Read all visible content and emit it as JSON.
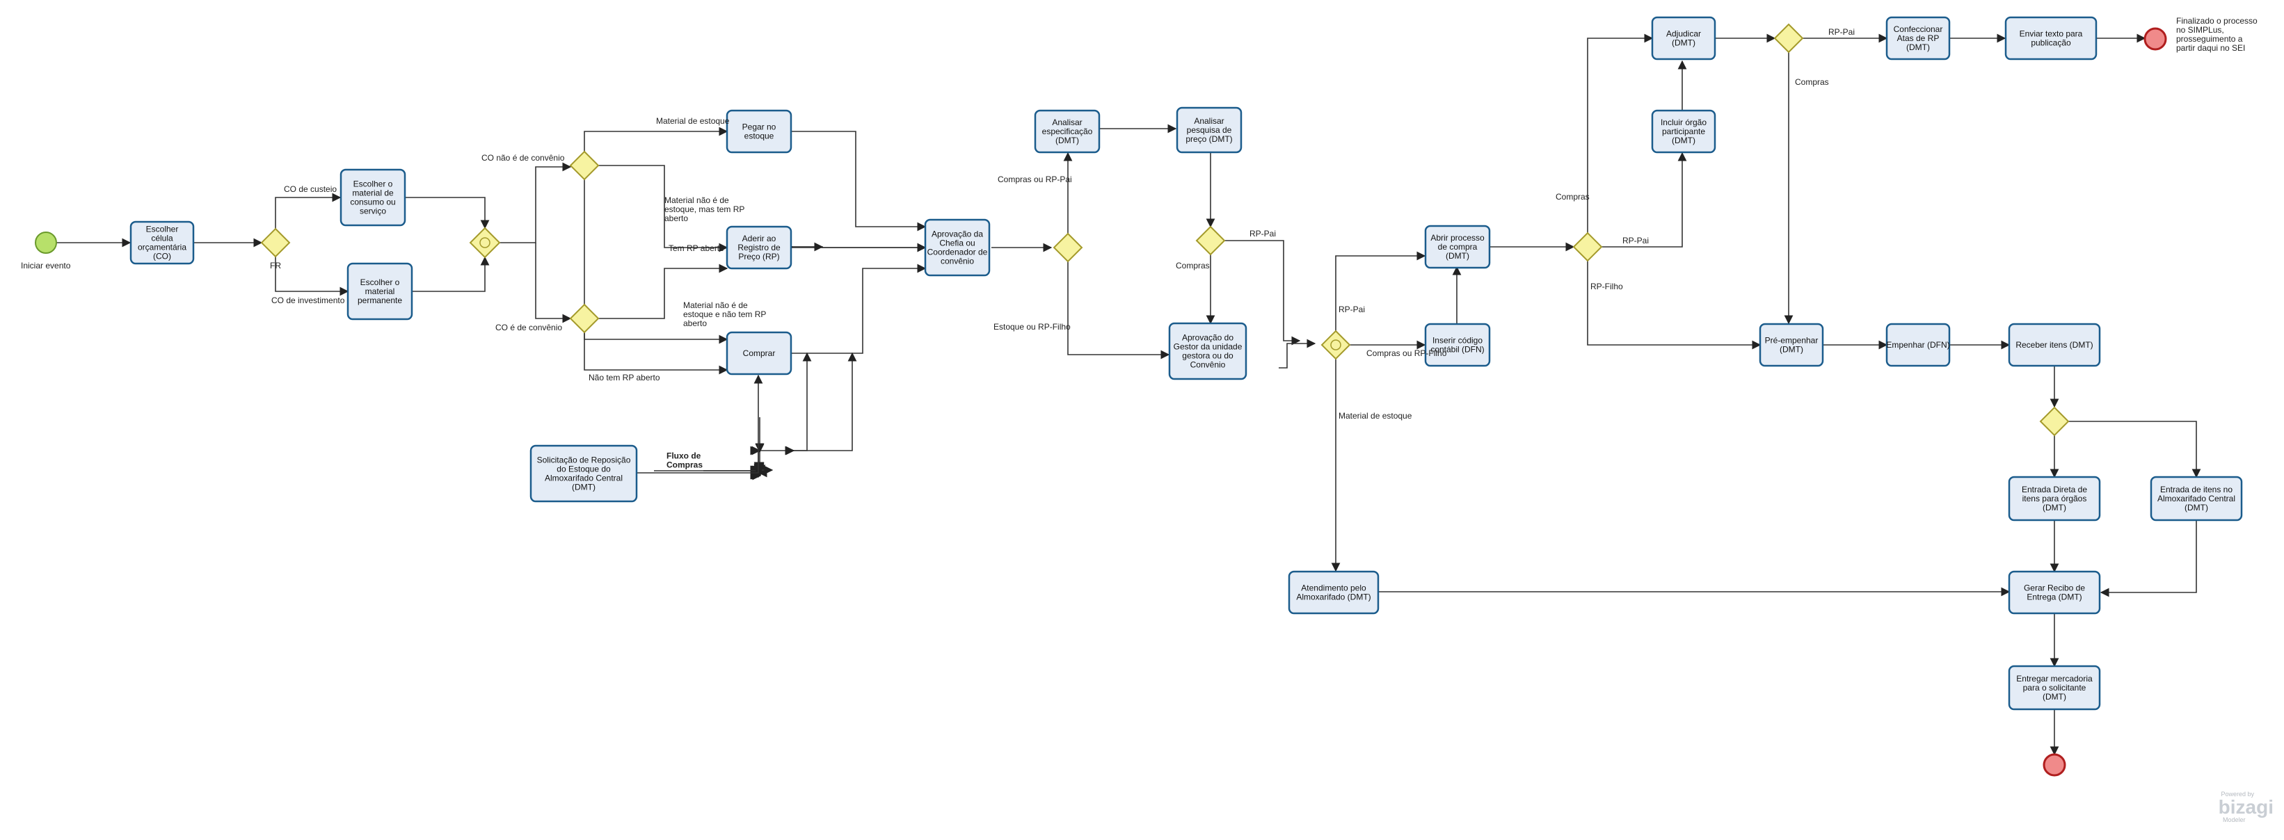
{
  "events": {
    "start_label": "Iniciar evento",
    "end_note": "Finalizado o processo no SIMPLus, prosseguimento a partir daqui no SEI"
  },
  "tasks": {
    "escolher_celula": "Escolher célula orçamentária (CO)",
    "escolher_material_consumo": "Escolher o material de consumo ou serviço",
    "escolher_material_permanente": "Escolher o material permanente",
    "pegar_estoque": "Pegar no estoque",
    "aderir_rp": "Aderir ao Registro de Preço (RP)",
    "comprar": "Comprar",
    "solicitacao_reposicao": "Solicitação de Reposição do Estoque do Almoxarifado Central (DMT)",
    "aprovacao_chefia": "Aprovação da Chefia ou Coordenador de convênio",
    "analisar_especificacao": "Analisar especificação (DMT)",
    "analisar_pesquisa": "Analisar pesquisa de preço (DMT)",
    "aprovacao_gestor": "Aprovação do Gestor da unidade gestora ou do Convênio",
    "abrir_processo": "Abrir processo de compra (DMT)",
    "inserir_codigo": "Inserir código contábil (DFN)",
    "atendimento_almox": "Atendimento pelo Almoxarifado (DMT)",
    "adjudicar": "Adjudicar (DMT)",
    "incluir_orgao": "Incluir órgão participante (DMT)",
    "confeccionar_atas": "Confeccionar Atas de RP (DMT)",
    "enviar_texto": "Enviar texto para publicação",
    "pre_empenhar": "Pré-empenhar (DMT)",
    "empenhar": "Empenhar (DFN)",
    "receber_itens": "Receber itens (DMT)",
    "entrada_direta": "Entrada Direta de itens para órgãos (DMT)",
    "entrada_almox": "Entrada de itens no Almoxarifado Central (DMT)",
    "gerar_recibo": "Gerar Recibo de Entrega (DMT)",
    "entregar_mercadoria": "Entregar mercadoria para o solicitante (DMT)"
  },
  "labels": {
    "fr": "FR",
    "co_custeio": "CO de custeio",
    "co_investimento": "CO de investimento",
    "co_nao_convenio": "CO não é de convênio",
    "co_convenio": "CO é de convênio",
    "material_estoque": "Material de estoque",
    "material_nao_estoque_rp": "Material não é de estoque, mas tem RP aberto",
    "tem_rp_aberto": "Tem RP aberto",
    "material_nao_estoque_sem_rp": "Material não é de estoque e não tem RP aberto",
    "nao_tem_rp": "Não tem RP aberto",
    "fluxo_compras": "Fluxo de Compras",
    "compras_ou_rp_pai": "Compras ou RP-Pai",
    "estoque_ou_rp_filho": "Estoque ou RP-Filho",
    "rp_pai_1": "RP-Pai",
    "compras_1": "Compras",
    "rp_pai_2": "RP-Pai",
    "compras_ou_rp_filho": "Compras ou RP-Filho",
    "material_estoque_2": "Material de estoque",
    "compras_2": "Compras",
    "rp_pai_3": "RP-Pai",
    "rp_filho": "RP-Filho",
    "rp_pai_4": "RP-Pai",
    "compras_3": "Compras"
  },
  "branding": {
    "powered_by": "Powered by",
    "brand": "bizagi",
    "product": "Modeler"
  },
  "colors": {
    "task_fill": "#e4ecf6",
    "task_border": "#1b5c8c",
    "gateway_fill": "#f7f3a1",
    "start_fill": "#b7e06a",
    "end_fill": "#f08a8a"
  }
}
